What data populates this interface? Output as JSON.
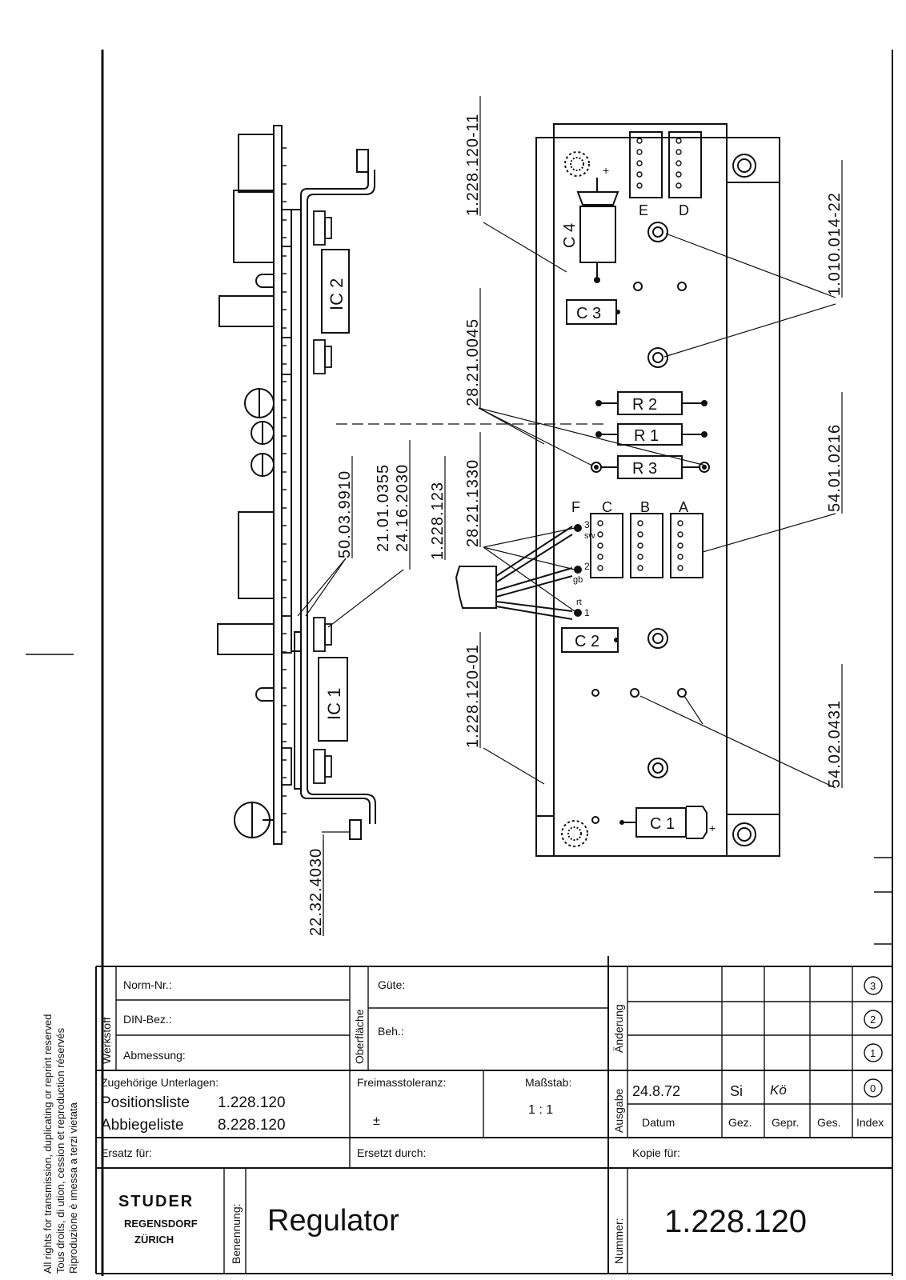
{
  "part_numbers": {
    "pcb_holder": "1.228.120-11",
    "jumper": "1.010.014-22",
    "resistor": "28.21.0045",
    "connector": "54.01.0216",
    "terminal": "28.21.1330",
    "cable_part": "1.228.123",
    "base_plate": "1.228.120-01",
    "pin": "54.02.0431",
    "bracket_screw": "50.03.9910",
    "screw": "21.01.0355",
    "washer": "24.16.2030",
    "standoff": "22.32.4030"
  },
  "components": {
    "ic1": "IC 1",
    "ic2": "IC 2",
    "c1": "C 1",
    "c2": "C 2",
    "c3": "C 3",
    "c4": "C 4",
    "r1": "R 1",
    "r2": "R 2",
    "r3": "R 3",
    "conn_a": "A",
    "conn_b": "B",
    "conn_c": "C",
    "conn_d": "D",
    "conn_e": "E",
    "conn_f": "F",
    "wire_sw": "sw",
    "wire_gb": "gb",
    "wire_rt": "rt",
    "pin1": "1",
    "pin2": "2",
    "pin3": "3",
    "plus": "+"
  },
  "copyright": {
    "line1": "All rights for transmission, duplicating or reprint reserved",
    "line2": "Tous droits, di    ution, cession et reproduction réservés",
    "line3": "Riproduzione è ımessa a terzi vietata"
  },
  "title_block": {
    "werkstoff": "Werkstoff",
    "norm_nr": "Norm-Nr.:",
    "din_bez": "DIN-Bez.:",
    "abmessung": "Abmessung:",
    "oberflaeche": "Oberfläche",
    "guete": "Güte:",
    "beh": "Beh.:",
    "aenderung": "Änderung",
    "index_3": "3",
    "index_2": "2",
    "index_1": "1",
    "index_0": "0",
    "zugehoerige": "Zugehörige Unterlagen:",
    "positionsliste_label": "Positionsliste",
    "positionsliste_value": "1.228.120",
    "abbiegeliste_label": "Abbiegeliste",
    "abbiegeliste_value": "8.228.120",
    "freimass": "Freimasstoleranz:",
    "freimass_value": "±",
    "massstab": "Maßstab:",
    "massstab_value": "1 : 1",
    "ausgabe": "Ausgabe",
    "datum_value": "24.8.72",
    "gez_value": "Si",
    "gepr_value": "Kö",
    "datum": "Datum",
    "gez": "Gez.",
    "gepr": "Gepr.",
    "ges": "Ges.",
    "index": "Index",
    "ersatz": "Ersatz für:",
    "ersetzt": "Ersetzt durch:",
    "kopie": "Kopie für:",
    "company_logo": "STUDER",
    "company_city": "REGENSDORF",
    "company_city2": "ZÜRICH",
    "benennung": "Benennung:",
    "title": "Regulator",
    "nummer": "Nummer:",
    "number": "1.228.120"
  }
}
